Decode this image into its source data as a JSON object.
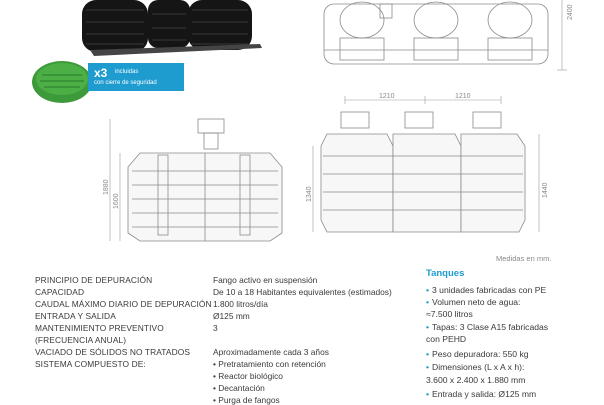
{
  "badge": {
    "count": "x3",
    "line1": "incluidas",
    "line2": "con cierre de seguridad"
  },
  "drawings": {
    "top_dim_2400": "2400",
    "width_1210_a": "1210",
    "width_1210_b": "1210",
    "height_1880": "1880",
    "height_1600": "1600",
    "height_1340": "1340",
    "height_1440": "1440"
  },
  "medidas": "Medidas en mm.",
  "specs": [
    {
      "label": "PRINCIPIO DE DEPURACIÓN",
      "value": "Fango activo en suspensión"
    },
    {
      "label": "CAPACIDAD",
      "value": "De 10 a 18 Habitantes equivalentes (estimados)"
    },
    {
      "label": "CAUDAL MÁXIMO DIARIO DE DEPURACIÓN",
      "value": "1.800 litros/día"
    },
    {
      "label": "ENTRADA Y SALIDA",
      "value": "Ø125 mm"
    },
    {
      "label": "MANTENIMIENTO PREVENTIVO",
      "value": "3"
    },
    {
      "label": "(FRECUENCIA ANUAL)",
      "value": ""
    },
    {
      "label": "VACIADO DE SÓLIDOS NO TRATADOS",
      "value": "Aproximadamente cada 3 años"
    },
    {
      "label": "SISTEMA COMPUESTO DE:",
      "value": "• Pretratamiento con retención"
    }
  ],
  "system_items": [
    "• Reactor biológico",
    "• Decantación",
    "• Purga de fangos"
  ],
  "tanques": {
    "title": "Tanques",
    "items": [
      "3 unidades fabricadas con PE",
      "Volumen neto de agua:",
      "≈7.500 litros",
      "Tapas: 3 Clase A15 fabricadas",
      "con PEHD",
      "Peso depuradora: 550 kg",
      "Dimensiones (L x A x h):",
      "3.600 x 2.400 x 1.880 mm",
      "Entrada y salida: Ø125 mm"
    ],
    "bullets": [
      "•",
      "",
      "",
      "•",
      "",
      "•",
      "•",
      "",
      "•"
    ]
  }
}
